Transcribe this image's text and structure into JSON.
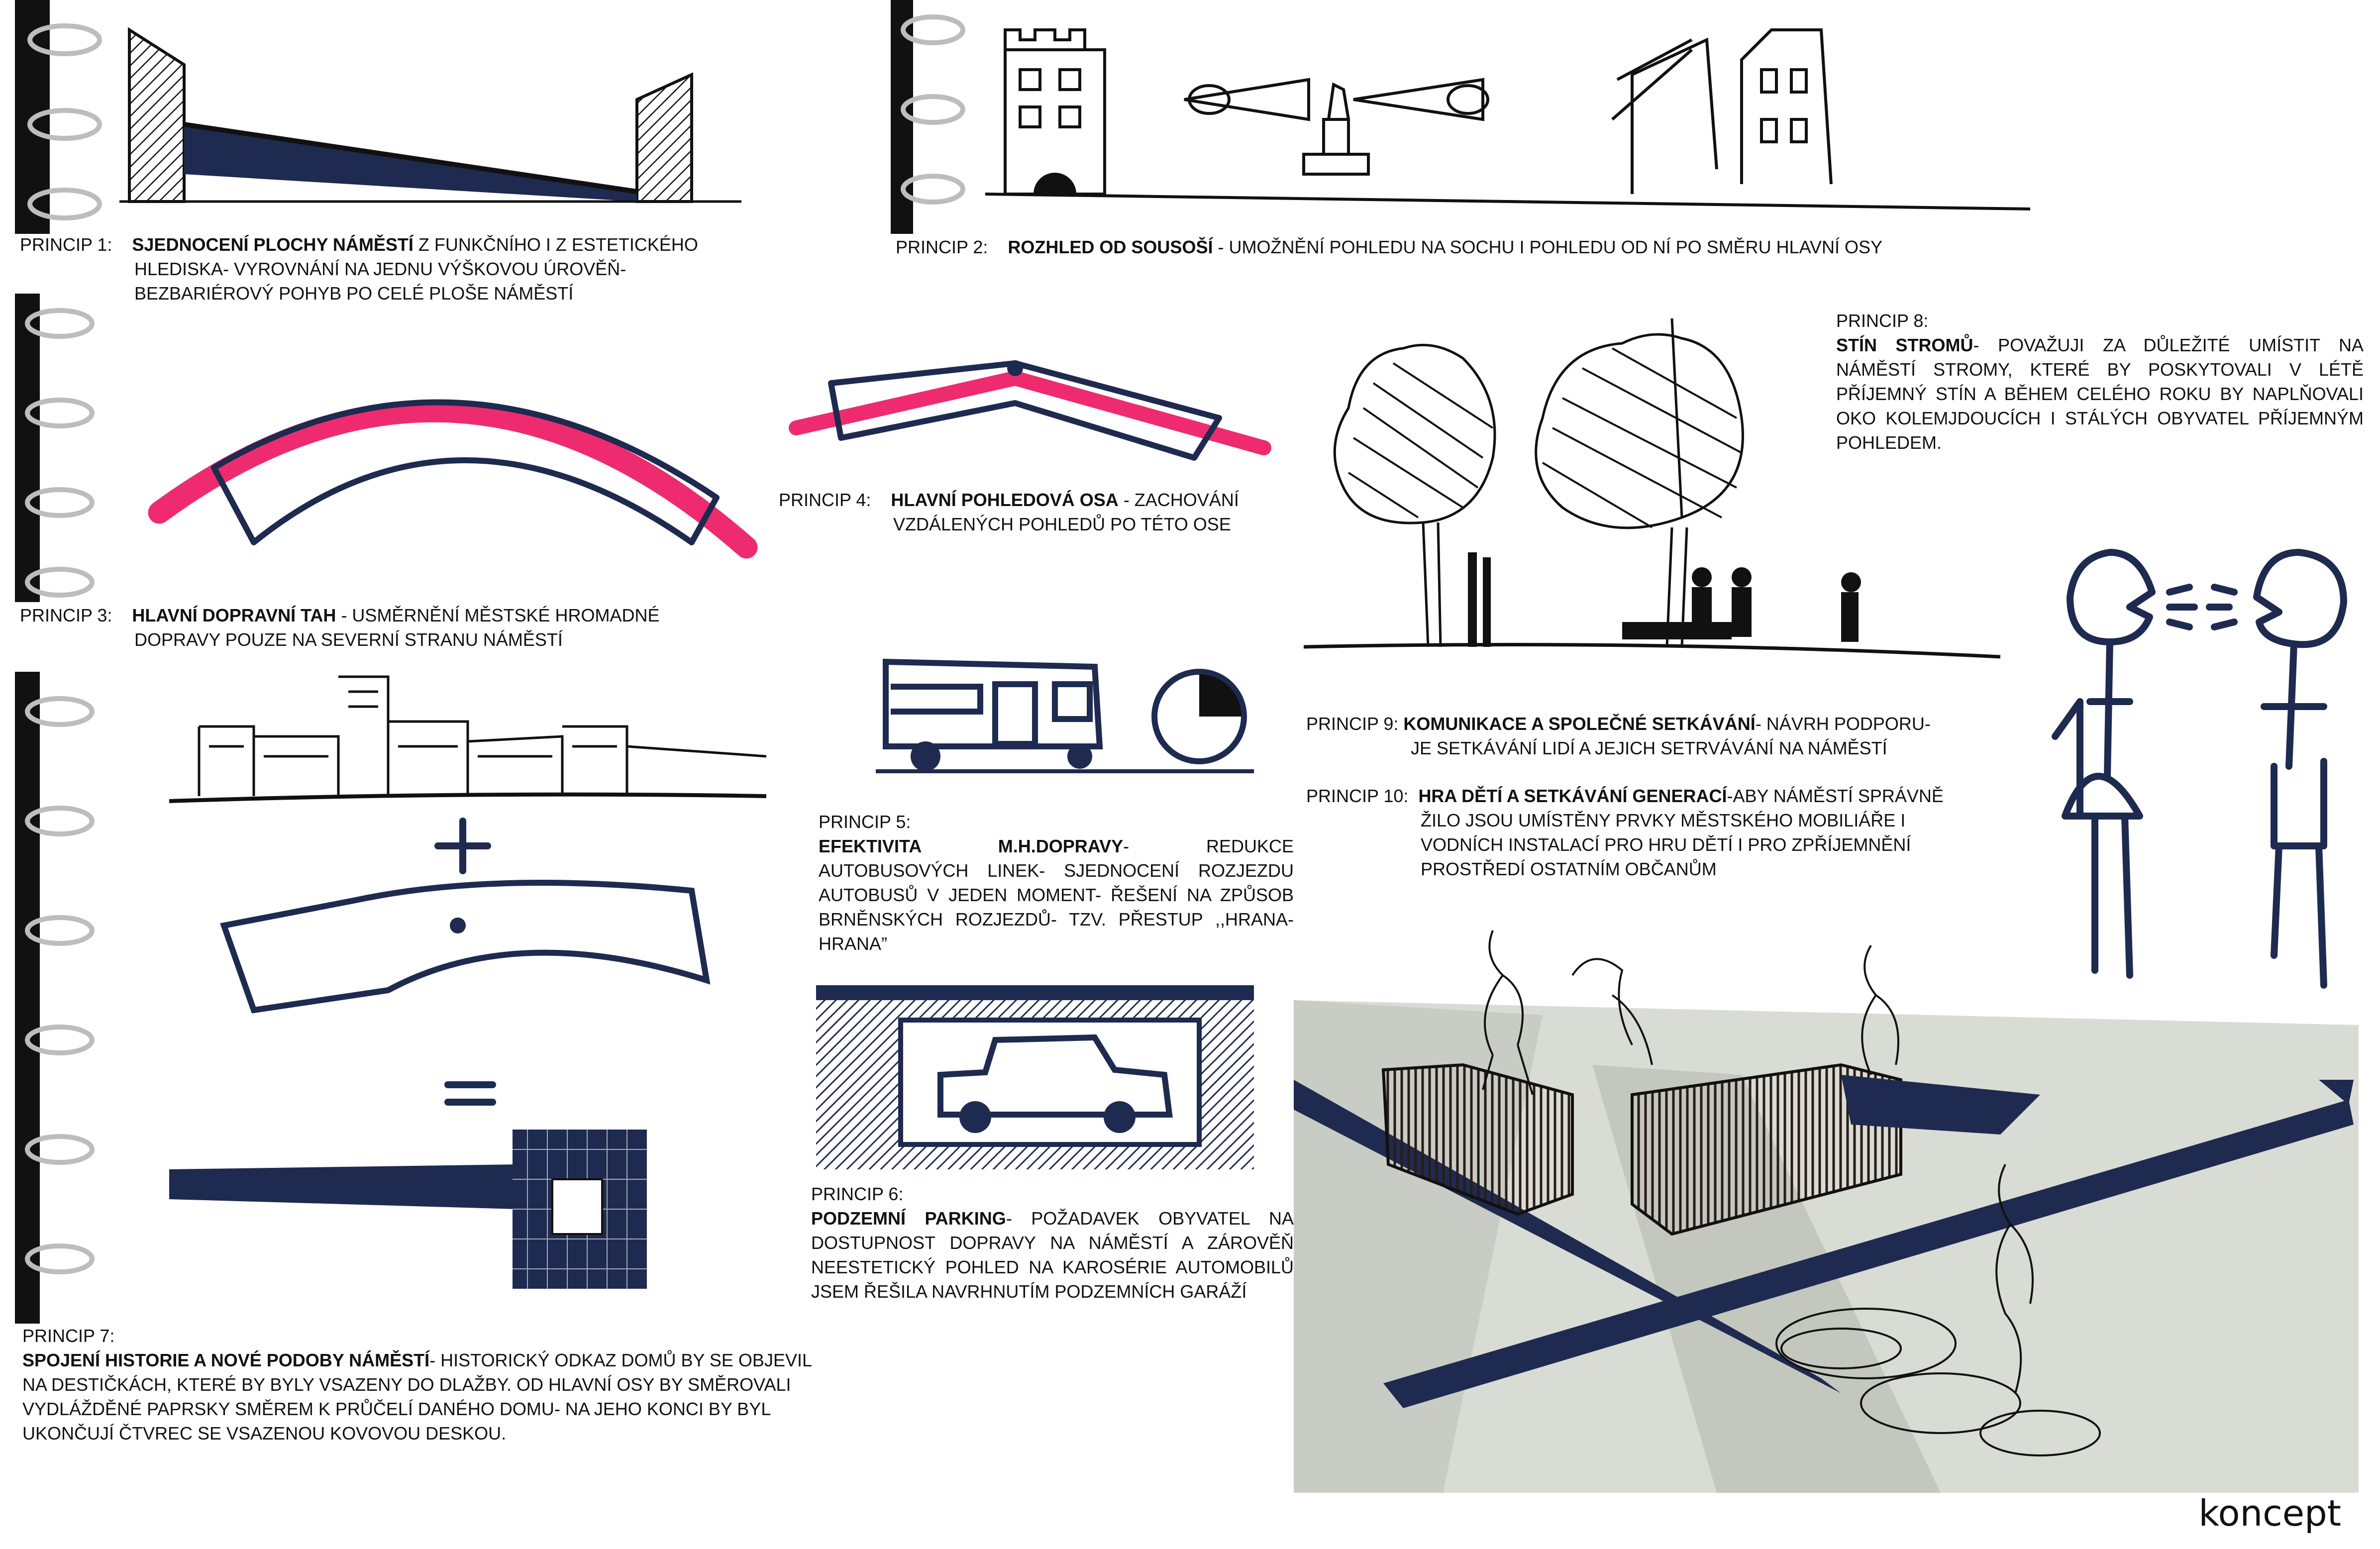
{
  "colors": {
    "ink": "#1e2a4f",
    "black": "#111111",
    "pink": "#ef2b6f",
    "grey": "#c8ccc4"
  },
  "principles": {
    "p1": {
      "prefix": "PRINCIP 1:",
      "title": "SJEDNOCENÍ PLOCHY NÁMĚSTÍ",
      "text1": "Z FUNKČNÍHO I Z ESTETICKÉHO",
      "text2": "HLEDISKA- VYROVNÁNÍ NA JEDNU VÝŠKOVOU ÚROVĚŇ-",
      "text3": "BEZBARIÉROVÝ POHYB PO CELÉ PLOŠE NÁMĚSTÍ"
    },
    "p2": {
      "prefix": "PRINCIP 2:",
      "title": "ROZHLED OD SOUSOŠÍ",
      "text": "- UMOŽNĚNÍ POHLEDU NA SOCHU I POHLEDU OD NÍ PO SMĚRU HLAVNÍ OSY"
    },
    "p3": {
      "prefix": "PRINCIP 3:",
      "title": "HLAVNÍ DOPRAVNÍ TAH",
      "text1": "- USMĚRNĚNÍ MĚSTSKÉ HROMADNÉ",
      "text2": "DOPRAVY POUZE NA SEVERNÍ STRANU NÁMĚSTÍ"
    },
    "p4": {
      "prefix": "PRINCIP 4:",
      "title": "HLAVNÍ POHLEDOVÁ OSA",
      "text1": "- ZACHOVÁNÍ",
      "text2": "VZDÁLENÝCH POHLEDŮ PO TÉTO OSE"
    },
    "p5": {
      "prefix": "PRINCIP 5:",
      "title": "EFEKTIVITA M.H.DOPRAVY",
      "text": "- REDUKCE AUTOBUSOVÝCH LINEK- SJEDNOCENÍ ROZJEZDU AUTOBUSŮ V JEDEN MOMENT- ŘEŠENÍ NA ZPŮSOB BRNĚNSKÝCH ROZJEZDŮ- TZV. PŘESTUP ,,HRANA- HRANA”"
    },
    "p6": {
      "prefix": "PRINCIP 6:",
      "title": "PODZEMNÍ PARKING",
      "text": "- POŽADAVEK OBYVATEL NA DOSTUPNOST DOPRAVY NA NÁMĚSTÍ A ZÁROVĚŇ NEESTETICKÝ POHLED NA KAROSÉRIE AUTOMOBILŮ JSEM ŘEŠILA NAVRHNUTÍM PODZEMNÍCH GARÁŽÍ"
    },
    "p7": {
      "prefix": "PRINCIP 7:",
      "title": "SPOJENÍ HISTORIE A NOVÉ PODOBY NÁMĚSTÍ",
      "text": "- HISTORICKÝ ODKAZ DOMŮ BY SE OBJEVIL NA DESTIČKÁCH, KTERÉ BY BYLY VSAZENY DO DLAŽBY. OD HLAVNÍ OSY BY SMĚROVALI VYDLÁŽDĚNÉ PAPRSKY SMĚREM K PRŮČELÍ DANÉHO DOMU- NA JEHO KONCI BY BYL UKONČUJÍ ČTVREC SE VSAZENOU KOVOVOU DESKOU."
    },
    "p8": {
      "prefix": "PRINCIP 8:",
      "title": "STÍN STROMŮ",
      "text": "- POVAŽUJI ZA DŮLEŽITÉ UMÍSTIT NA NÁMĚSTÍ STROMY, KTERÉ BY POSKYTOVALI V LÉTĚ PŘÍJEMNÝ STÍN A BĚHEM CELÉHO ROKU BY NAPLŇOVALI OKO KOLEMJDOUCÍCH I STÁLÝCH OBYVATEL PŘÍJEMNÝM POHLEDEM."
    },
    "p9": {
      "prefix": "PRINCIP 9:",
      "title": "KOMUNIKACE A SPOLEČNÉ SETKÁVÁNÍ",
      "text1": "- NÁVRH PODPORU-",
      "text2": "JE SETKÁVÁNÍ LIDÍ A JEJICH SETRVÁVÁNÍ NA NÁMĚSTÍ"
    },
    "p10": {
      "prefix": "PRINCIP 10:",
      "title": "HRA DĚTÍ A SETKÁVÁNÍ GENERACÍ",
      "text1": "-ABY NÁMĚSTÍ SPRÁVNĚ",
      "text2": "ŽILO JSOU UMÍSTĚNY PRVKY MĚSTSKÉHO MOBILIÁŘE I",
      "text3": "VODNÍCH INSTALACÍ PRO HRU DĚTÍ I PRO ZPŘÍJEMNĚNÍ",
      "text4": "PROSTŘEDÍ OSTATNÍM OBČANŮM"
    }
  },
  "footer": {
    "label": "koncept"
  }
}
